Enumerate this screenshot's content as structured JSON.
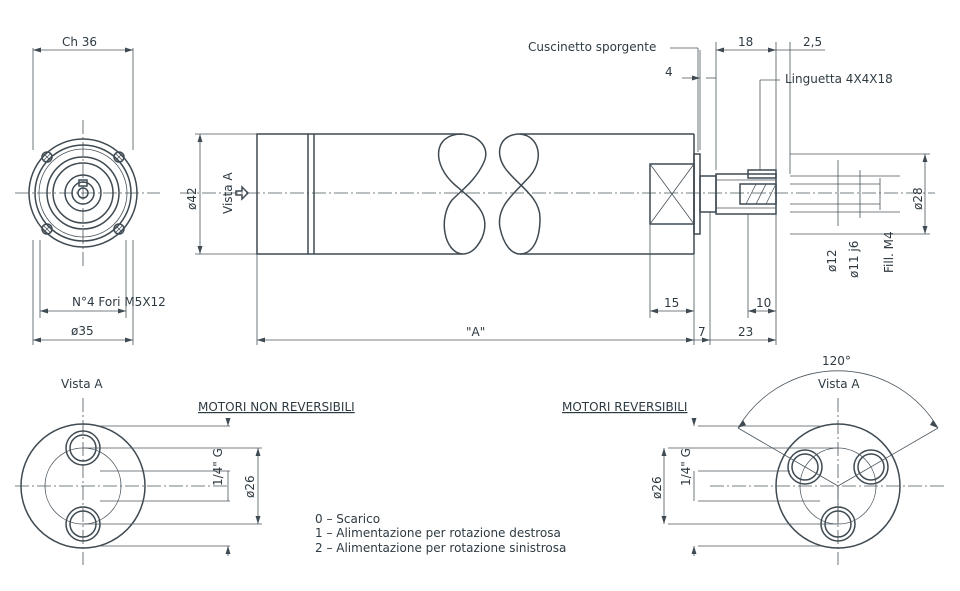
{
  "labels": {
    "ch36": "Ch 36",
    "fori": "N°4 Fori M5X12",
    "d35": "ø35",
    "d42": "ø42",
    "vista_a_side": "Vista A",
    "cuscinetto": "Cuscinetto sporgente",
    "linguetta": "Linguetta 4X4X18",
    "dim_4": "4",
    "dim_18": "18",
    "dim_2_5": "2,5",
    "dim_15": "15",
    "dim_10": "10",
    "dim_7": "7",
    "dim_23": "23",
    "dim_a": "\"A\"",
    "d12": "ø12",
    "d11": "ø11 j6",
    "fill_m4": "Fill. M4",
    "d28": "ø28",
    "vista_a_left": "Vista A",
    "vista_a_right": "Vista A",
    "angle_120": "120°",
    "non_rev_title": "MOTORI NON REVERSIBILI",
    "rev_title": "MOTORI REVERSIBILI",
    "g14_left": "1/4\" G",
    "d26_left": "ø26",
    "g14_right": "1/4\" G",
    "d26_right": "ø26"
  },
  "legend": [
    "0 – Scarico",
    "1 – Alimentazione per rotazione destrosa",
    "2 – Alimentazione per rotazione sinistrosa"
  ]
}
